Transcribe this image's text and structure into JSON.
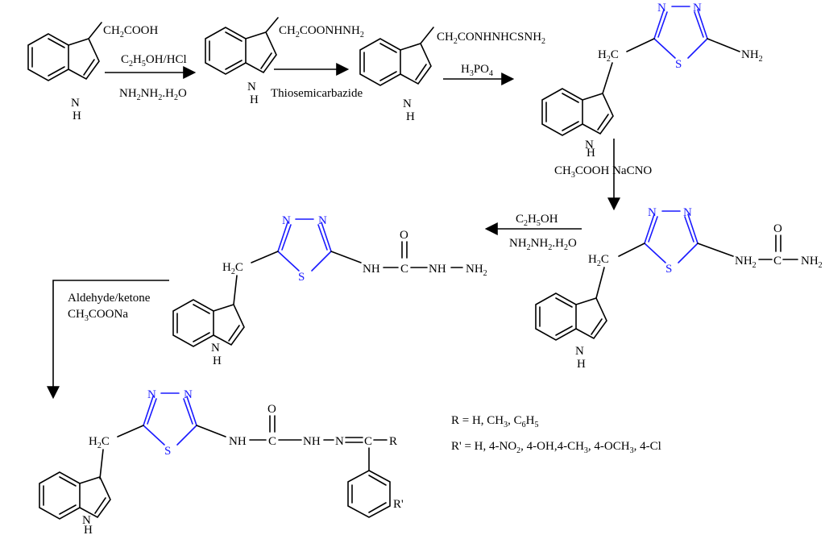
{
  "colors": {
    "bonds": "#000000",
    "heteroring": "#1a1aff",
    "background": "#ffffff"
  },
  "reagents": {
    "step1_top": "C2H5OH/HCl",
    "step1_bottom": "NH2NH2.H2O",
    "step2": "Thiosemicarbazide",
    "step3": "H3PO4",
    "step4": "CH3COOH NaCNO",
    "step5_top": "C2H5OH",
    "step5_bottom": "NH2NH2.H2O",
    "step6_top": "Aldehyde/ketone",
    "step6_bottom": "CH3COONa"
  },
  "compounds": {
    "c1_substituent": "CH2COOH",
    "c2_substituent": "CH2COONHNH2",
    "c3_substituent": "CH2CONHNHCSNH2",
    "c4_amine": "NH2",
    "c5_urea": "NH2—C—NH2",
    "c6_chain": "NH—C—NH—NH2",
    "c7_chain": "NH—C—NH—N=C—R"
  },
  "atoms": {
    "N": "N",
    "H": "H",
    "S": "S",
    "O": "O",
    "CH2": "H2C",
    "Rprime": "R'",
    "R": "R"
  },
  "legend": {
    "r_line": "R = H, CH3, C6H5",
    "rprime_line": "R' = H, 4-NO2, 4-OH,4-CH3, 4-OCH3, 4-Cl"
  }
}
